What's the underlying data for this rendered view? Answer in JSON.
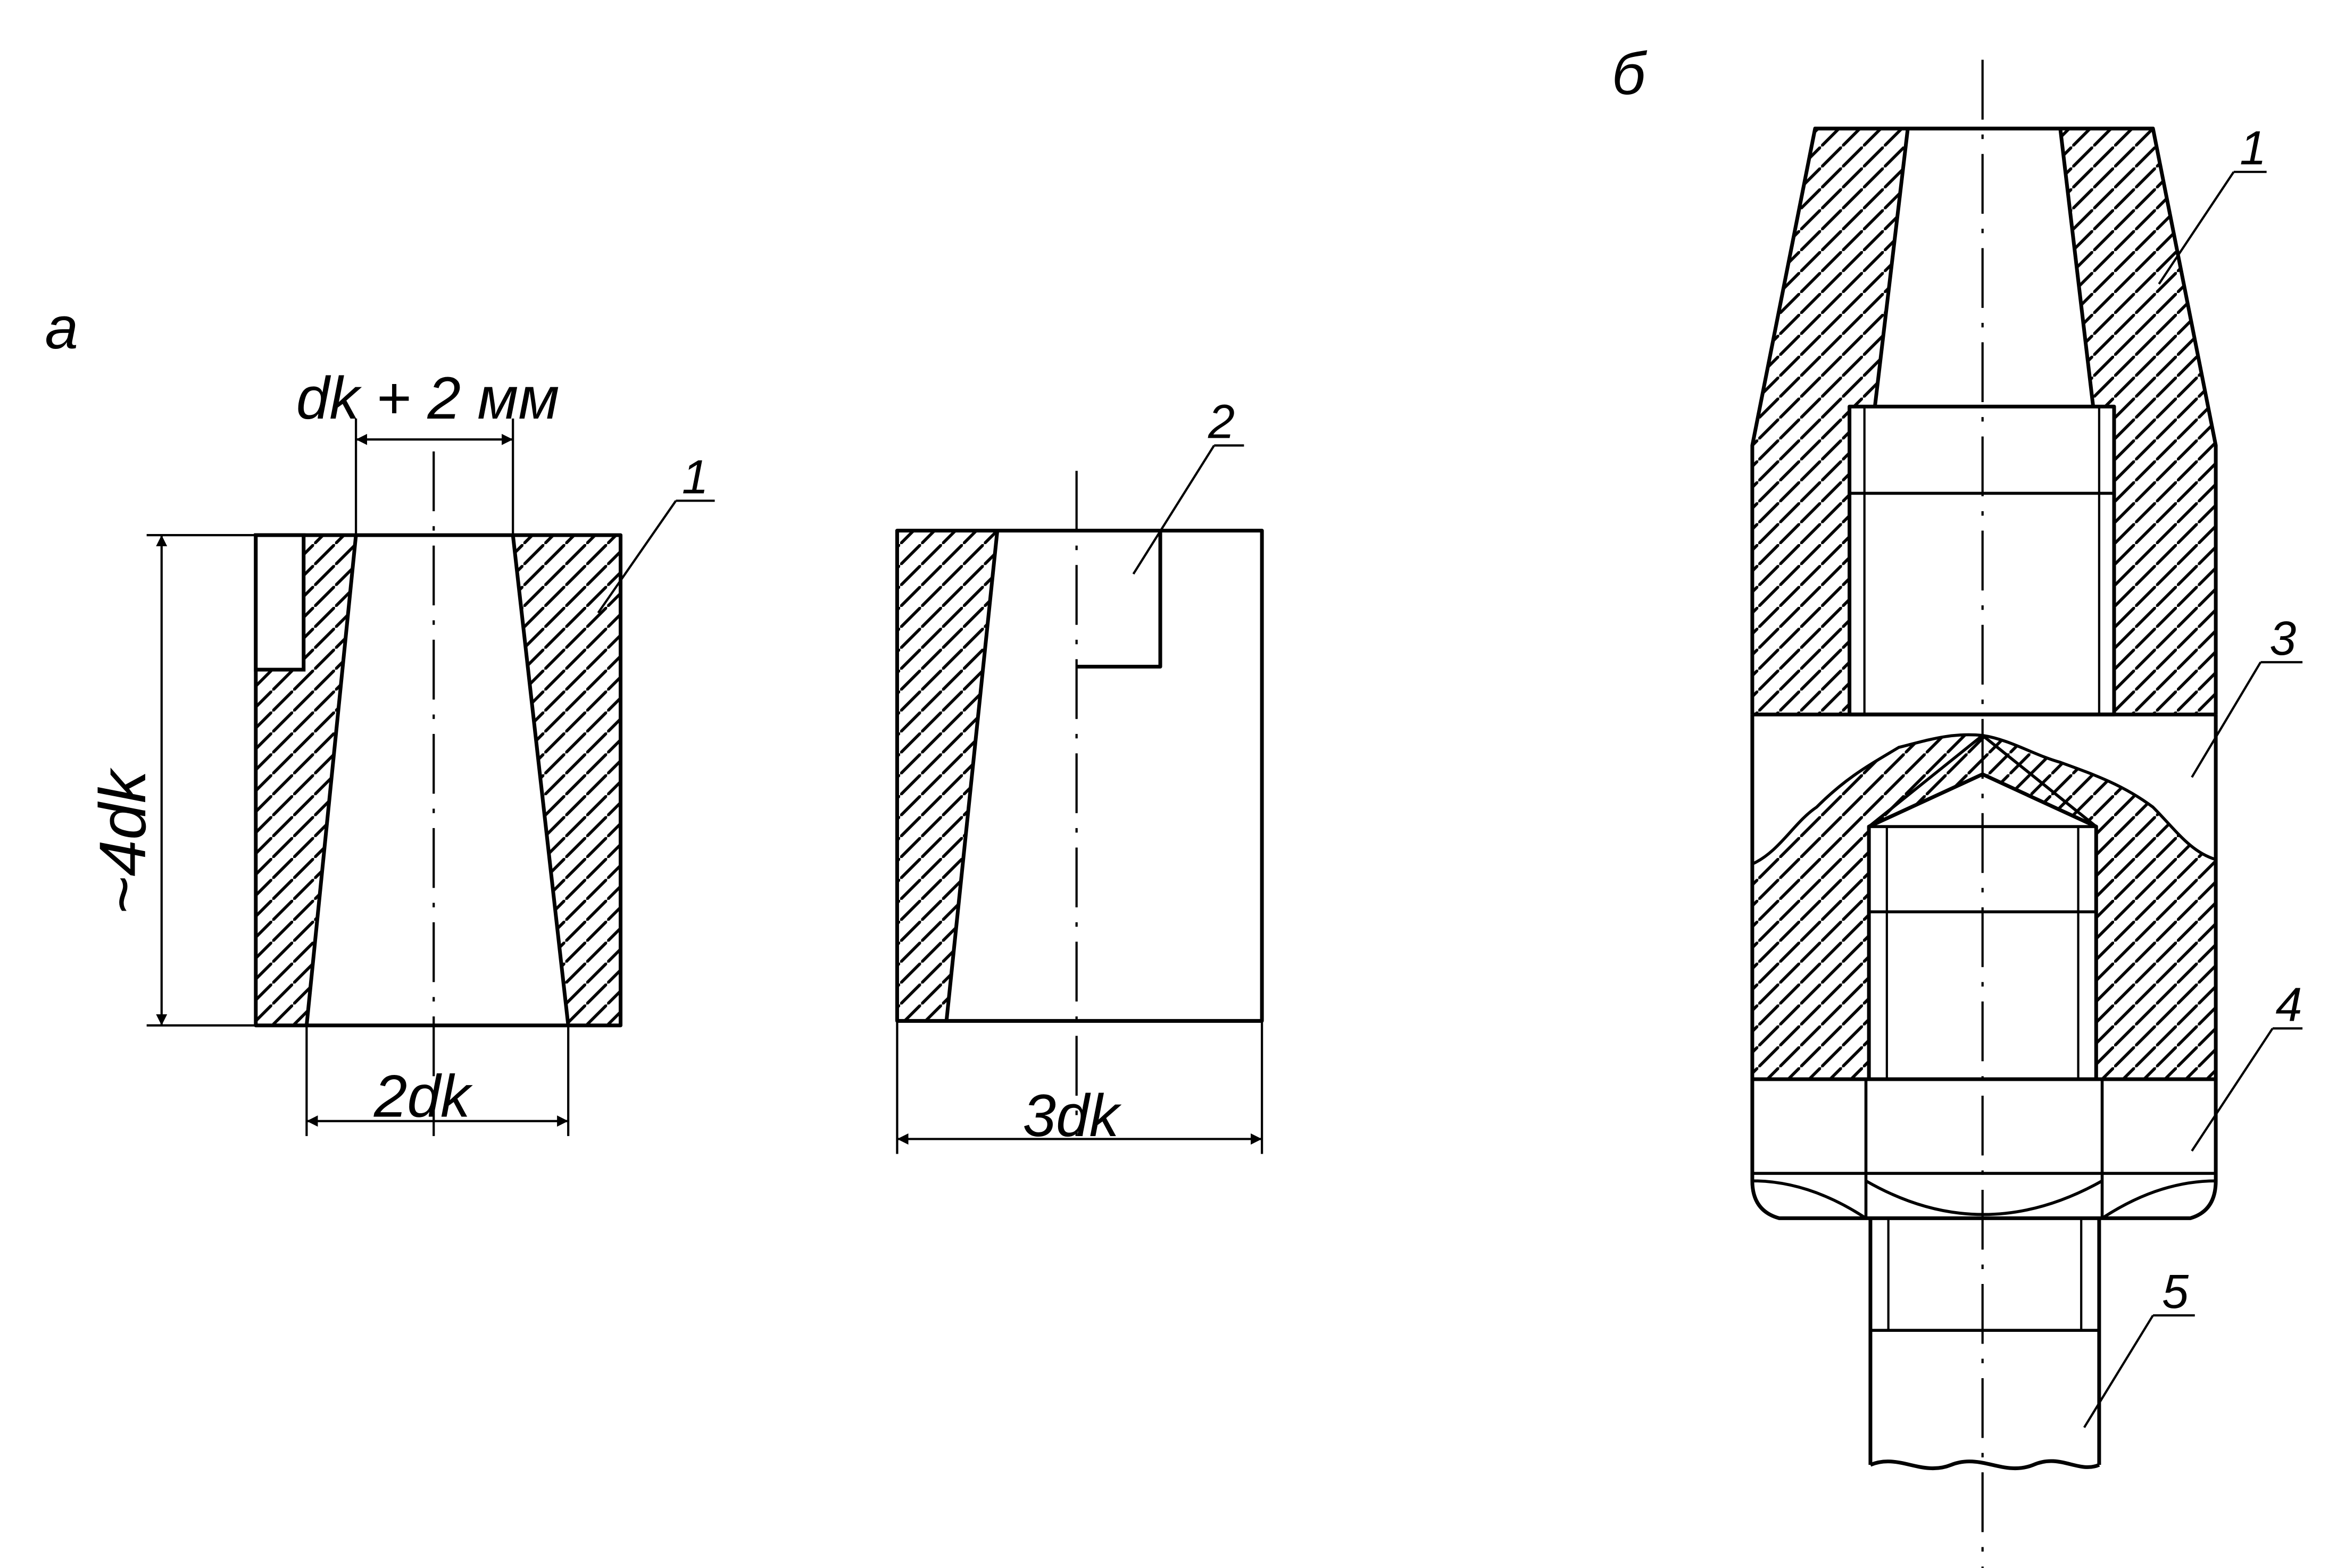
{
  "view_labels": {
    "a": "а",
    "b": "б"
  },
  "dimensions": {
    "top_width": "dk + 2 мм",
    "height": "~4dk",
    "bottom_width": "2dk",
    "part2_width": "3dk"
  },
  "callouts": {
    "a_part1": "1",
    "a_part2": "2",
    "b_part1": "1",
    "b_part3": "3",
    "b_part4": "4",
    "b_part5": "5"
  }
}
